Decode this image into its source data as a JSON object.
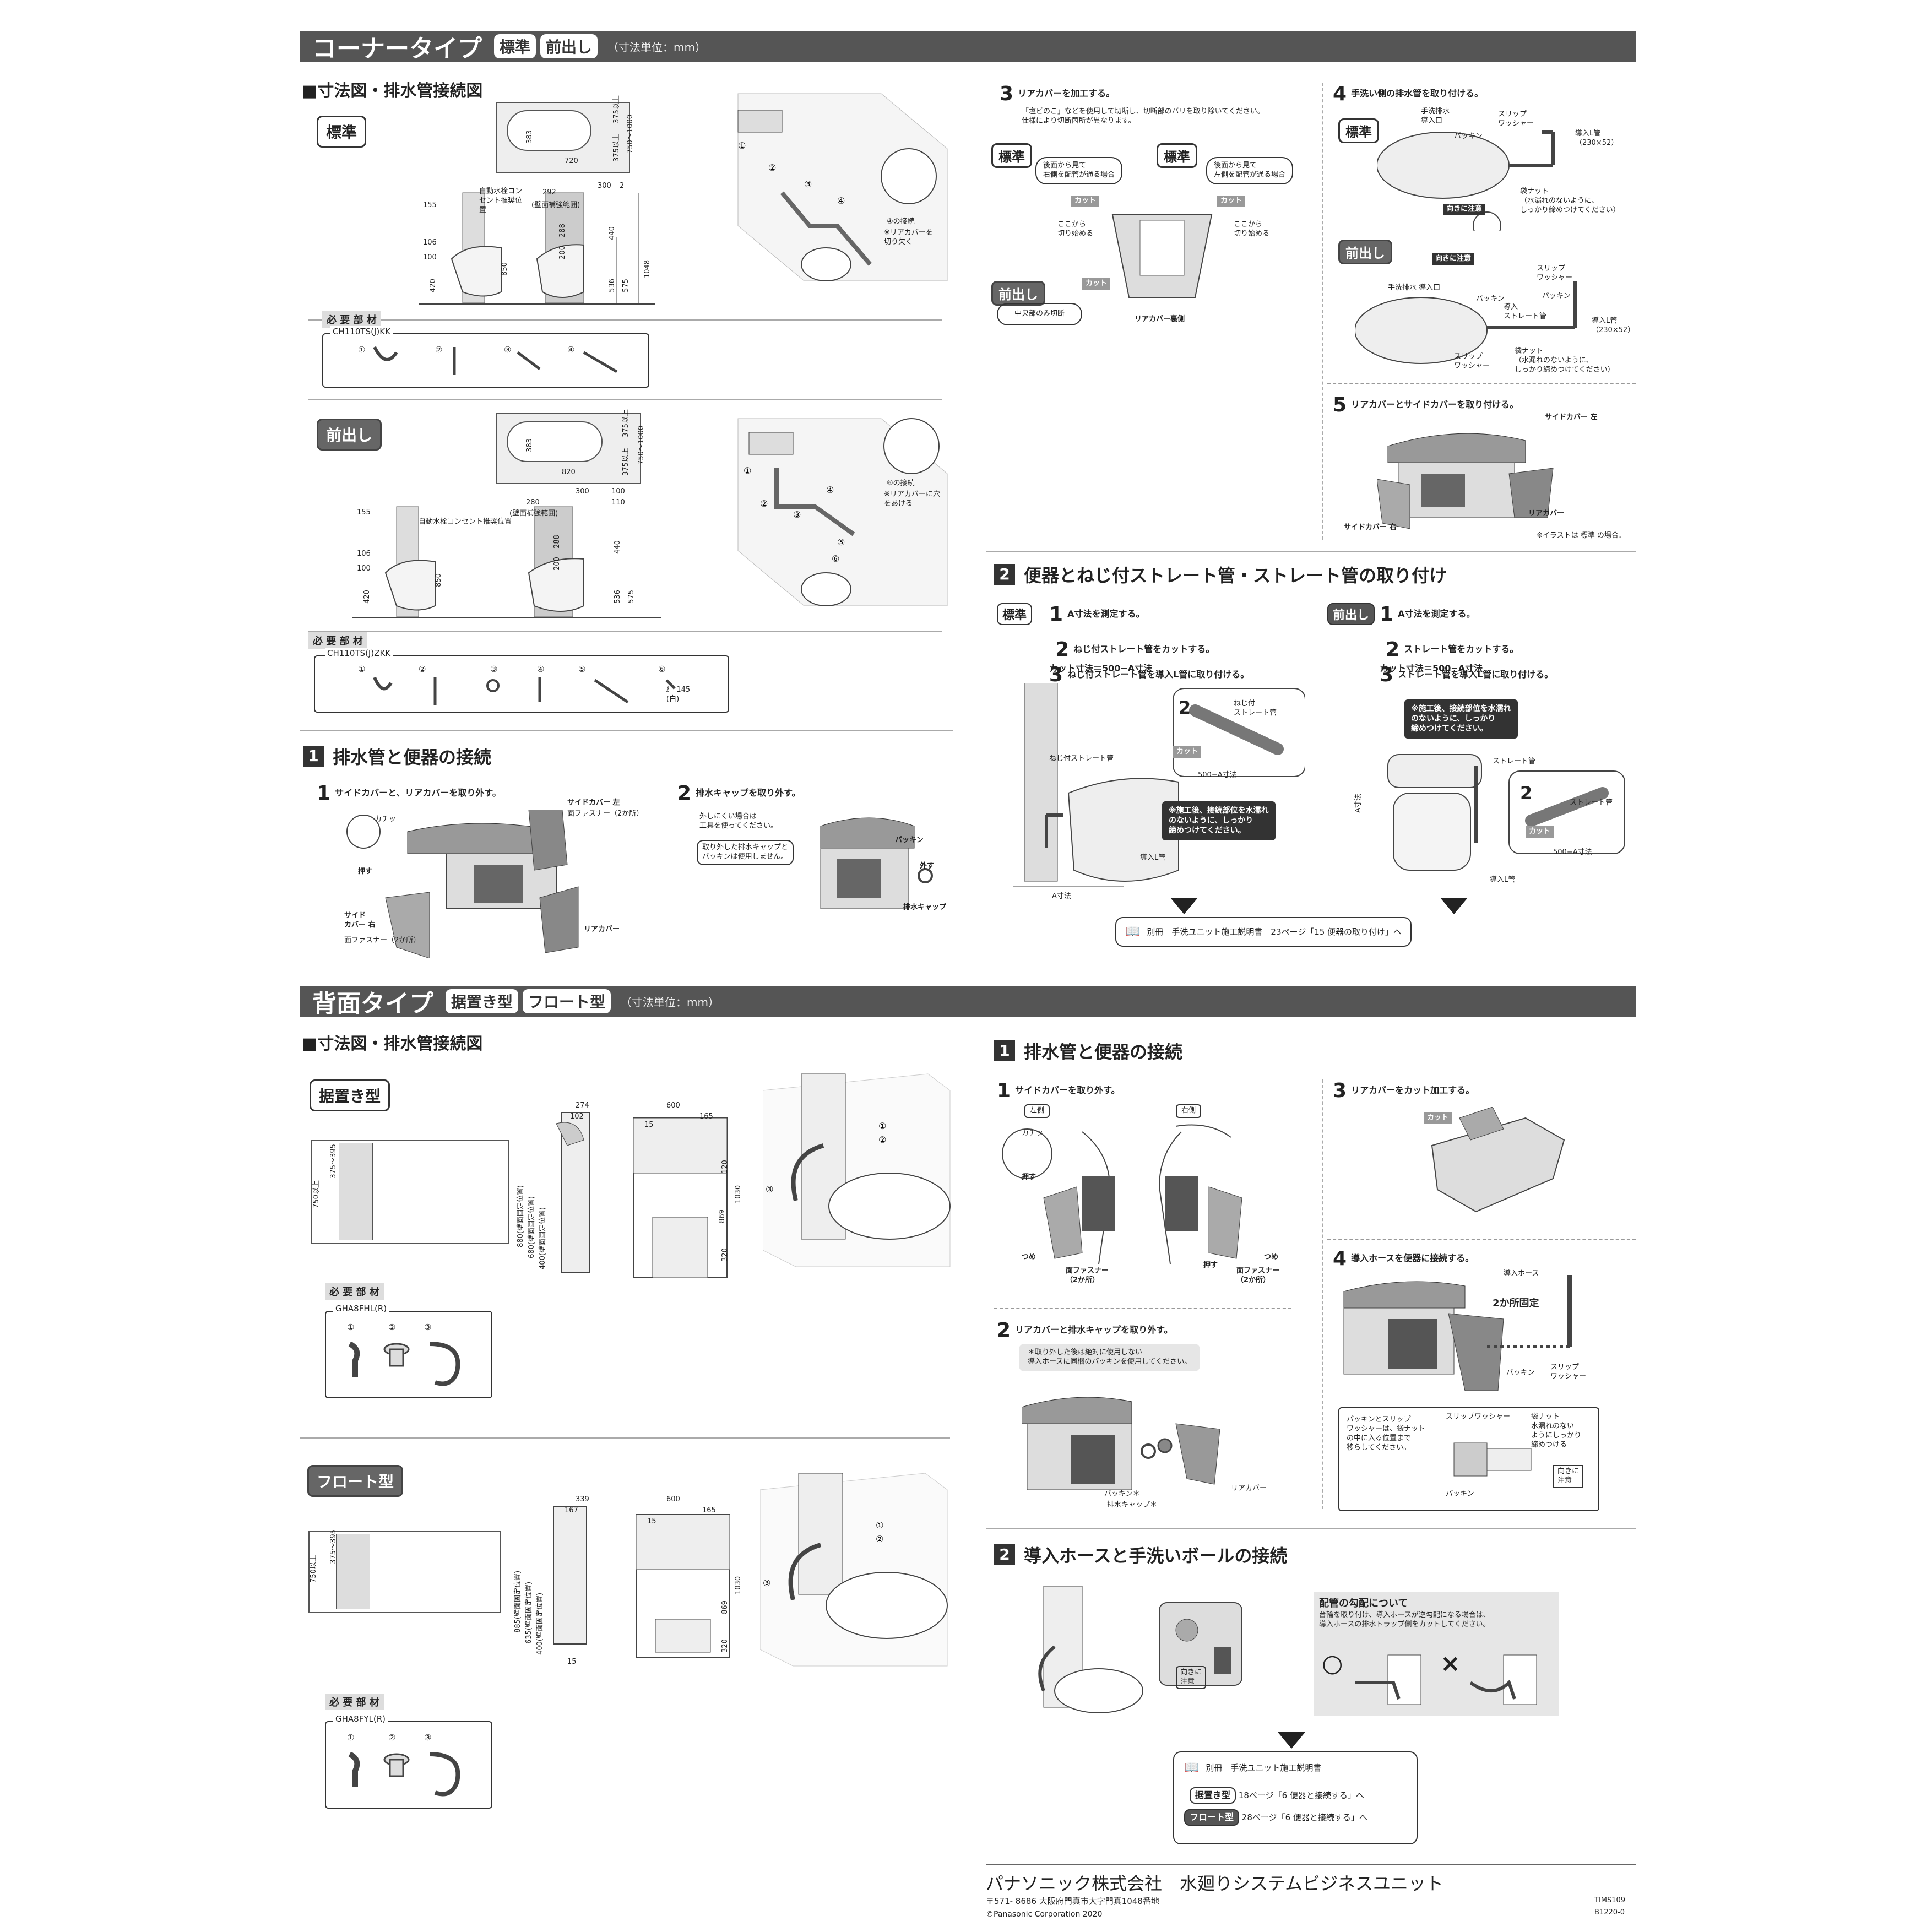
{
  "corner": {
    "title": "コーナータイプ",
    "tag1": "標準",
    "tag2": "前出し",
    "unit": "（寸法単位：mm）",
    "dim_title": "■寸法図・排水管接続図",
    "std_label": "標準",
    "front_label": "前出し",
    "std_dims": {
      "d383": "383",
      "d720": "720",
      "d375a": "375以上",
      "d375b": "375以上",
      "d750": "750〜1000",
      "d155": "155",
      "d106": "106",
      "d100": "100",
      "d420": "420",
      "d292": "292",
      "d300": "300",
      "d2": "2",
      "d288": "288",
      "d200": "200",
      "d440": "440",
      "d850": "850",
      "d536": "536",
      "d575": "575",
      "d1048": "1048",
      "faucet": "自動水栓コンセント推奨位置",
      "wall": "(壁面補強範囲)"
    },
    "std_iso": {
      "n4": "④の接続",
      "cut": "※リアカバーを切り欠く"
    },
    "front_dims": {
      "d383": "383",
      "d820": "820",
      "d375a": "375以上",
      "d375b": "375以上",
      "d750": "750〜1000",
      "d155": "155",
      "d106": "106",
      "d100": "100",
      "d420": "420",
      "d280": "280",
      "d300": "300",
      "d100b": "100",
      "d110": "110",
      "d288": "288",
      "d200": "200",
      "d440": "440",
      "d850": "850",
      "d536": "536",
      "d575": "575",
      "faucet": "自動水栓コンセント推奨位置",
      "wall": "(壁面補強範囲)"
    },
    "front_iso": {
      "n6": "⑥の接続",
      "hole": "※リアカバーに穴をあける"
    },
    "parts_label": "必 要 部 材",
    "std_parts_model": "CH110TS(J)KK",
    "std_parts": [
      "①",
      "②",
      "③",
      "④"
    ],
    "front_parts_model": "CH110TS(J)ZKK",
    "front_parts": [
      "①",
      "②",
      "③",
      "④",
      "⑤",
      "⑥"
    ],
    "front_parts_note": "ℓ＝145\n(白)"
  },
  "sec1": {
    "num": "1",
    "title": "排水管と便器の接続",
    "s1_num": "1",
    "s1_text": "サイドカバーと、リアカバーを取り外す。",
    "s1_labels": {
      "katchi": "カチッ",
      "push": "押す",
      "sideL": "サイドカバー 左",
      "sideL2": "面ファスナー（2か所）",
      "sideR": "サイド\nカバー 右",
      "sideR2": "面ファスナー（2か所）",
      "rear": "リアカバー"
    },
    "s2_num": "2",
    "s2_text": "排水キャップを取り外す。",
    "s2_note1": "外しにくい場合は\n工具を使ってください。",
    "s2_note2": "取り外した排水キャップと\nパッキンは使用しません。",
    "s2_labels": {
      "packing": "パッキン",
      "remove": "外す",
      "cap": "排水キャップ"
    },
    "s3_num": "3",
    "s3_text": "リアカバーを加工する。",
    "s3_note": "「塩ビのこ」などを使用して切断し、切断部のバリを取り除いてください。\n仕様により切断箇所が異なります。",
    "s3_std_l": "標準",
    "s3_std_l_text": "後面から見て\n右側を配管が通る場合",
    "s3_std_r": "標準",
    "s3_std_r_text": "後面から見て\n左側を配管が通る場合",
    "s3_cut": "カット",
    "s3_from": "ここから\n切り始める",
    "s3_front": "前出し",
    "s3_front_text": "中央部のみ切断",
    "s3_back": "リアカバー裏側",
    "s4_num": "4",
    "s4_text": "手洗い側の排水管を取り付ける。",
    "s4_std": "標準",
    "s4_front": "前出し",
    "s4_labels": {
      "inlet": "手洗排水\n導入口",
      "slip": "スリップ\nワッシャー",
      "packing": "パッキン",
      "lpipe": "導入L管\n（230×52）",
      "nut": "袋ナット\n（水漏れのないように、\nしっかり締めつけてください）",
      "dir": "向きに注意",
      "straight": "導入\nストレート管"
    },
    "s5_num": "5",
    "s5_text": "リアカバーとサイドカバーを取り付ける。",
    "s5_labels": {
      "sideL": "サイドカバー 左",
      "sideR": "サイドカバー 右",
      "rear": "リアカバー",
      "note": "※イラストは 標準 の場合。"
    }
  },
  "sec2": {
    "num": "2",
    "title": "便器とねじ付ストレート管・ストレート管の取り付け",
    "std": "標準",
    "front": "前出し",
    "std_steps": [
      {
        "n": "1",
        "t": "A寸法を測定する。"
      },
      {
        "n": "2",
        "t": "ねじ付ストレート管をカットする。\nカット寸法＝500−A寸法"
      },
      {
        "n": "3",
        "t": "ねじ付ストレート管を導入L管に取り付ける。"
      }
    ],
    "front_steps": [
      {
        "n": "1",
        "t": "A寸法を測定する。"
      },
      {
        "n": "2",
        "t": "ストレート管をカットする。\nカット寸法＝500−A寸法"
      },
      {
        "n": "3",
        "t": "ストレート管を導入L管に取り付ける。"
      }
    ],
    "std_labels": {
      "screw": "ねじ付ストレート管",
      "screw2": "ねじ付\nストレート管",
      "cut": "カット",
      "len": "500−A寸法",
      "lpipe": "導入L管",
      "a": "A寸法",
      "n2": "2"
    },
    "warn": "※施工後、接続部位を水濡れ\nのないように、しっかり\n締めつけてください。",
    "front_labels": {
      "straight": "ストレート管",
      "straight2": "ストレート管",
      "cut": "カット",
      "len": "500−A寸法",
      "lpipe": "導入L管",
      "a": "A寸法",
      "n2": "2"
    },
    "ref_text": "別冊　手洗ユニット施工説明書　23ページ「15 便器の取り付け」へ"
  },
  "back": {
    "title": "背面タイプ",
    "tag1": "据置き型",
    "tag2": "フロート型",
    "unit": "（寸法単位：mm）",
    "dim_title": "■寸法図・排水管接続図",
    "stand_label": "据置き型",
    "float_label": "フロート型",
    "stand_dims": {
      "d750": "750以上",
      "d375": "375〜395",
      "d274": "274",
      "d102": "102",
      "d600": "600",
      "d165": "165",
      "d15": "15",
      "d120": "120",
      "d880": "880(壁面固定位置)",
      "d680": "680(壁面固定位置)",
      "d400": "400(壁面固定位置)",
      "d869": "869",
      "d1030": "1030",
      "d320": "320"
    },
    "float_dims": {
      "d750": "750以上",
      "d375": "375〜395",
      "d339": "339",
      "d167": "167",
      "d600": "600",
      "d165": "165",
      "d15": "15",
      "d885": "885(壁面固定位置)",
      "d635": "635(壁面固定位置)",
      "d400": "400(壁面固定位置)",
      "d869": "869",
      "d1030": "1030",
      "d320": "320",
      "d15b": "15"
    },
    "parts_label": "必 要 部 材",
    "stand_parts_model": "GHA8FHL(R)",
    "float_parts_model": "GHA8FYL(R)",
    "parts": [
      "①",
      "②",
      "③"
    ]
  },
  "bsec1": {
    "num": "1",
    "title": "排水管と便器の接続",
    "s1_num": "1",
    "s1_text": "サイドカバーを取り外す。",
    "s1_labels": {
      "left": "左側",
      "right": "右側",
      "katchi": "カチッ",
      "push": "押す",
      "push2": "押す",
      "tsume": "つめ",
      "tsume2": "つめ",
      "fast": "面ファスナー\n（2か所）",
      "fast2": "面ファスナー\n（2か所）"
    },
    "s2_num": "2",
    "s2_text": "リアカバーと排水キャップを取り外す。",
    "s2_note": "＊取り外した後は絶対に使用しない\n導入ホースに同梱のパッキンを使用してください。",
    "s2_labels": {
      "packing": "パッキン＊",
      "cap": "排水キャップ＊",
      "rear": "リアカバー"
    },
    "s3_num": "3",
    "s3_text": "リアカバーをカット加工する。",
    "s3_cut": "カット",
    "s4_num": "4",
    "s4_text": "導入ホースを便器に接続する。",
    "s4_labels": {
      "hose": "導入ホース",
      "fix": "2か所固定",
      "packing": "パッキン",
      "slip": "スリップ\nワッシャー"
    },
    "s4_box": "パッキンとスリップ\nワッシャーは、袋ナット\nの中に入る位置まで\n移らしてください。",
    "s4_box_labels": {
      "slip": "スリップワッシャー",
      "nut": "袋ナット\n水漏れのない\nようにしっかり\n締めつける",
      "packing": "パッキン",
      "dir": "向きに\n注意"
    }
  },
  "bsec2": {
    "num": "2",
    "title": "導入ホースと手洗いボールの接続",
    "dir": "向きに\n注意",
    "slope_title": "配管の勾配について",
    "slope_text": "台輪を取り付け、導入ホースが逆勾配になる場合は、\n導入ホースの排水トラップ側をカットしてください。",
    "ok": "○",
    "ng": "×",
    "ref_title": "別冊　手洗ユニット施工説明書",
    "ref_stand_tag": "据置き型",
    "ref_stand": "18ページ「6 便器と接続する」へ",
    "ref_float_tag": "フロート型",
    "ref_float": "28ページ「6 便器と接続する」へ"
  },
  "footer": {
    "company": "パナソニック株式会社　水廻りシステムビジネスユニット",
    "address": "〒571- 8686 大阪府門真市大字門真1048番地",
    "copyright": "©Panasonic Corporation 2020",
    "code1": "TIMS109",
    "code2": "B1220-0"
  }
}
